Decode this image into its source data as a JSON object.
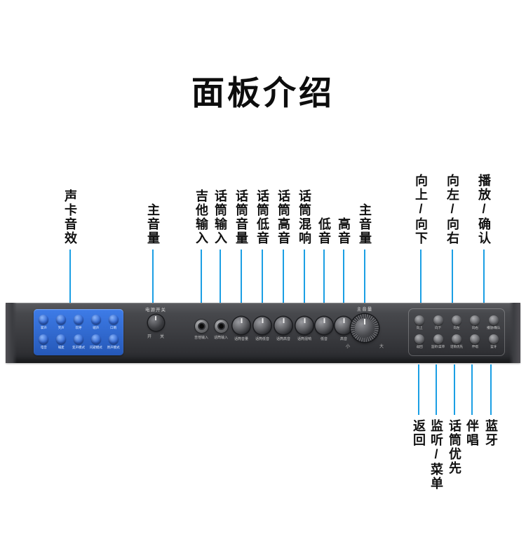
{
  "title": "面板介绍",
  "accent_color": "#1b9fe4",
  "top_callouts": [
    {
      "text": "声卡音效"
    },
    {
      "text": "主音量"
    },
    {
      "text": "吉他输入"
    },
    {
      "text": "话筒输入"
    },
    {
      "text": "话筒音量"
    },
    {
      "text": "话筒低音"
    },
    {
      "text": "话筒高音"
    },
    {
      "text": "话筒混响"
    },
    {
      "text": "低音"
    },
    {
      "text": "高音"
    },
    {
      "text": "主音量"
    },
    {
      "text": "向上/向下"
    },
    {
      "text": "向左/向右"
    },
    {
      "text": "播放/确认"
    }
  ],
  "bottom_callouts": [
    {
      "text": "返回"
    },
    {
      "text": "监听/菜单"
    },
    {
      "text": "话筒优先"
    },
    {
      "text": "伴唱"
    },
    {
      "text": "蓝牙"
    }
  ],
  "panel": {
    "effects": [
      "掌声",
      "笑声",
      "欢呼",
      "嘘声",
      "口哨",
      "电音",
      "喊麦",
      "变声模式",
      "闪避模式",
      "原声模式"
    ],
    "power": {
      "label": "电源开关",
      "on": "开",
      "off": "关"
    },
    "jacks": [
      "吉他输入",
      "话筒输入"
    ],
    "knobs": [
      "话筒音量",
      "话筒低音",
      "话筒高音",
      "话筒混响",
      "低音",
      "高音"
    ],
    "main_knob": {
      "label": "主音量",
      "min": "小",
      "max": "大"
    },
    "nav_row1": [
      "向上",
      "向下",
      "向左",
      "向右",
      "播放/确认"
    ],
    "nav_row2": [
      "返回",
      "监听/菜单",
      "话筒优先",
      "伴唱",
      "蓝牙"
    ]
  }
}
